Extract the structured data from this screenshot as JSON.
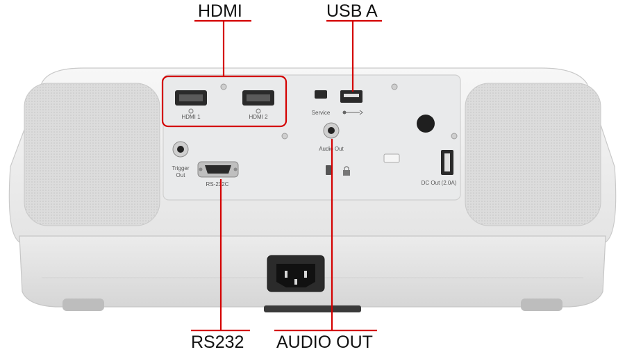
{
  "callouts": {
    "hdmi": "HDMI",
    "usb_a": "USB A",
    "rs232": "RS232",
    "audio_out": "AUDIO OUT"
  },
  "panel_labels": {
    "hdmi1": "HDMI 1",
    "hdmi2": "HDMI 2",
    "service": "Service",
    "audio_out": "Audio Out",
    "trigger_out_line1": "Trigger",
    "trigger_out_line2": "Out",
    "rs232c": "RS-232C",
    "dc_out": "DC Out (2.0A)"
  },
  "colors": {
    "callout_line": "#d40000",
    "body": "#f1f1f1",
    "panel": "#e9eaeb"
  }
}
